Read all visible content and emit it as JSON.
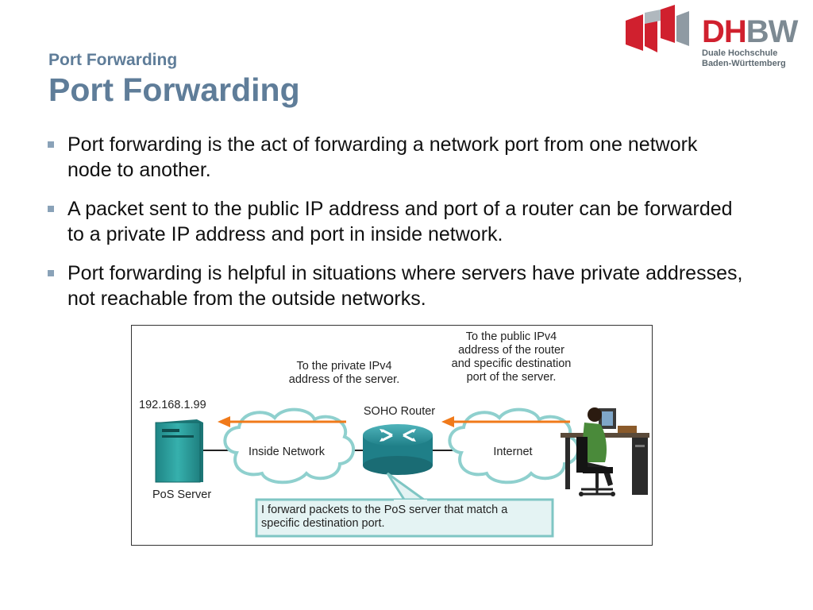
{
  "logo": {
    "dh": "DH",
    "bw": "BW",
    "line1": "Duale Hochschule",
    "line2": "Baden-Württemberg",
    "colors": {
      "red": "#d0202e",
      "grey": "#7d8a93"
    }
  },
  "header": {
    "subtitle": "Port Forwarding",
    "title": "Port Forwarding"
  },
  "bullets": [
    "Port forwarding is the act of forwarding a network port from one network node to another.",
    "A packet sent to the public IP address and port of a router can be forwarded to a private IP address and port in inside network.",
    "Port forwarding is helpful in situations where servers have private addresses, not reachable from the outside networks."
  ],
  "diagram": {
    "server_ip": "192.168.1.99",
    "server_label": "PoS Server",
    "inside_network": "Inside Network",
    "internet": "Internet",
    "router_label": "SOHO Router",
    "note_private": "To the private IPv4 address of the server.",
    "note_public": "To the public IPv4 address of the router and specific destination port of the server.",
    "router_callout": "I forward packets to the PoS server that match a specific destination port.",
    "colors": {
      "arrow": "#f07a1a",
      "server": "#2a9a9a",
      "router": "#2a8f97",
      "callout_border": "#7fc6c4",
      "callout_fill": "#e4f3f3"
    }
  }
}
